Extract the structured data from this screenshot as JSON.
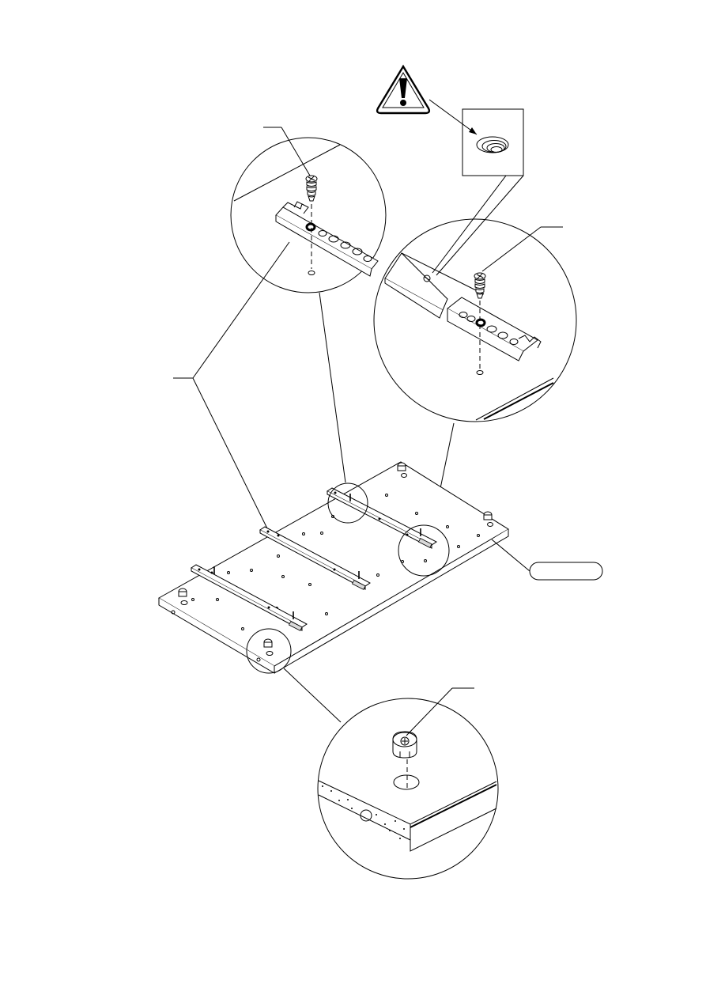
{
  "page": {
    "background": "#ffffff",
    "line_color": "#000000"
  },
  "warning": {
    "icon": "exclamation-warning-triangle-icon"
  },
  "label_box": {
    "text": ""
  },
  "details": {
    "rail_front_detail": "magnified-circle",
    "rail_rear_detail": "magnified-circle",
    "cam_detail": "magnified-circle"
  }
}
